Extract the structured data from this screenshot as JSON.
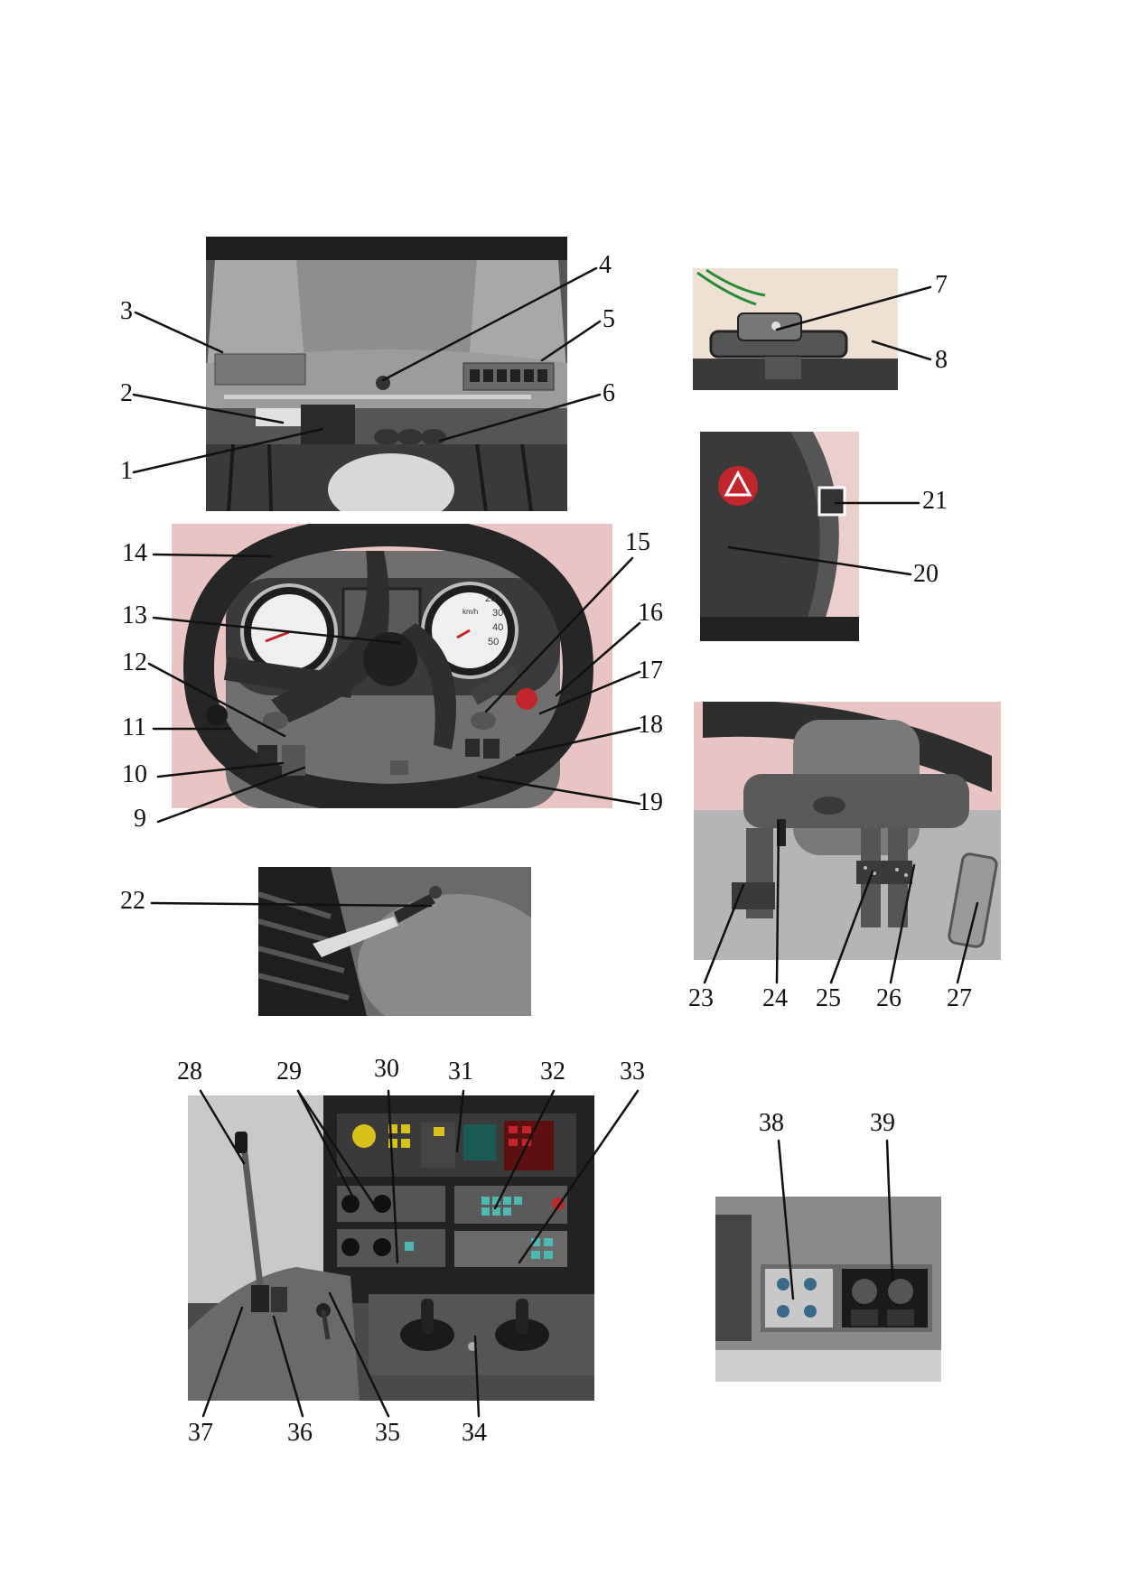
{
  "figure": {
    "labels": {
      "l1": "1",
      "l2": "2",
      "l3": "3",
      "l4": "4",
      "l5": "5",
      "l6": "6",
      "l7": "7",
      "l8": "8",
      "l9": "9",
      "l10": "10",
      "l11": "11",
      "l12": "12",
      "l13": "13",
      "l14": "14",
      "l15": "15",
      "l16": "16",
      "l17": "17",
      "l18": "18",
      "l19": "19",
      "l20": "20",
      "l21": "21",
      "l22": "22",
      "l23": "23",
      "l24": "24",
      "l25": "25",
      "l26": "26",
      "l27": "27",
      "l28": "28",
      "l29": "29",
      "l30": "30",
      "l31": "31",
      "l32": "32",
      "l33": "33",
      "l34": "34",
      "l35": "35",
      "l36": "36",
      "l37": "37",
      "l38": "38",
      "l39": "39"
    },
    "gauges": {
      "ticks": [
        "20",
        "30",
        "40",
        "50"
      ],
      "unit": "km/h"
    },
    "colors": {
      "photo_gray": "#8a8a8a",
      "pink_background": "#e8c4c4",
      "cream_background": "#efe0d4",
      "hazard_red": "#c0262b",
      "display_teal": "#4fb8b0",
      "lamp_yellow": "#d8c21a"
    }
  }
}
